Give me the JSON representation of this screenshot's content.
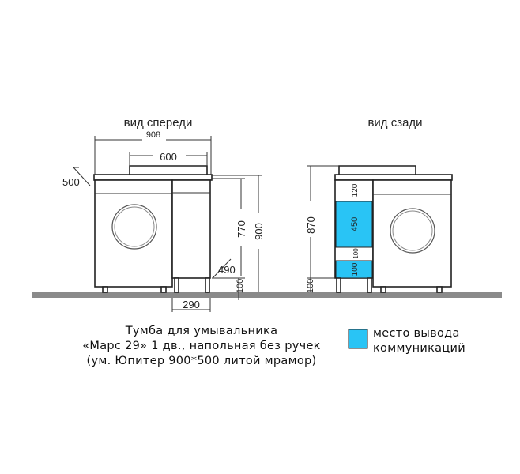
{
  "views": {
    "front": "вид спереди",
    "back": "вид сзади"
  },
  "dimensions": {
    "front": {
      "width_total": "908",
      "basin_width": "600",
      "depth": "500",
      "height_cabinet": "770",
      "height_total": "900",
      "leg_height": "100",
      "cabinet_depth": "490",
      "cabinet_width": "290"
    },
    "back": {
      "height": "870",
      "leg_height": "100",
      "sections": [
        "120",
        "450",
        "100",
        "100"
      ]
    }
  },
  "caption": [
    "Тумба для умывальника",
    "«Марс 29» 1 дв., напольная без ручек",
    "(ум. Юпитер 900*500 литой мрамор)"
  ],
  "legend": {
    "label": [
      "место вывода",
      "коммуникаций"
    ],
    "color": "#29c4f5"
  },
  "colors": {
    "floor": "#8a8a8a",
    "highlight": "#29c4f5"
  }
}
